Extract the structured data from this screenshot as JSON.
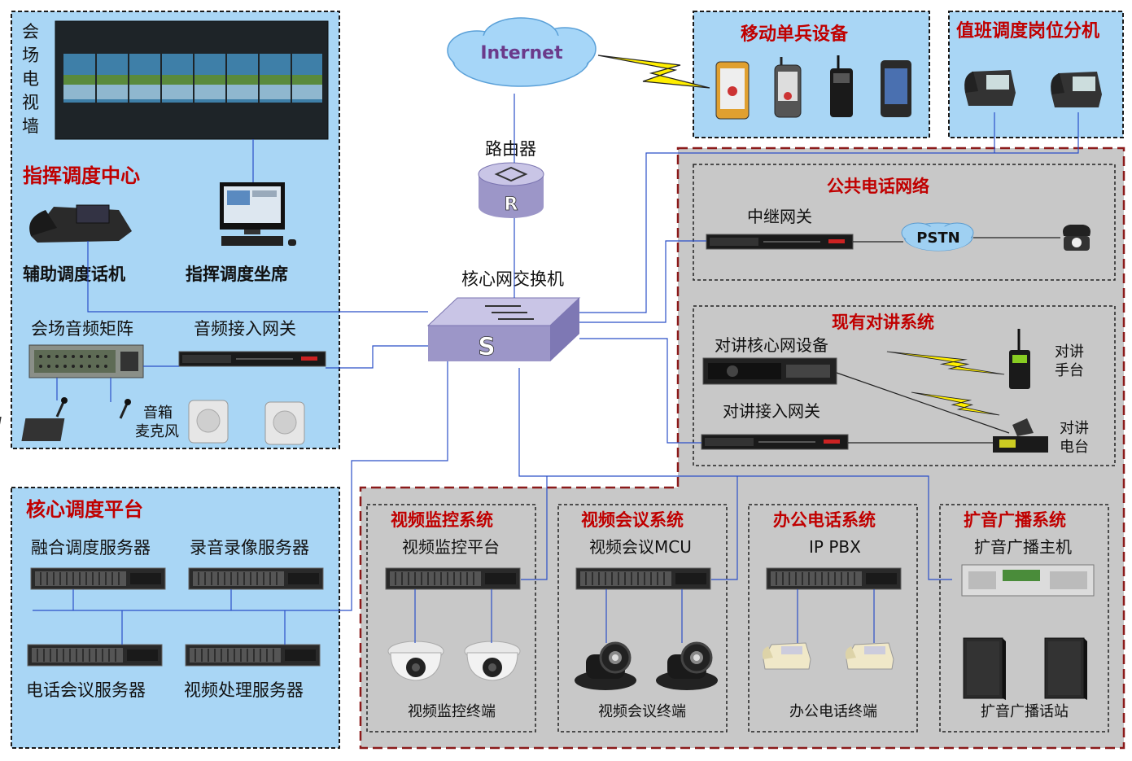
{
  "colors": {
    "panel_blue": "#a9d6f5",
    "panel_gray": "#c8c8c8",
    "title_red": "#c00000",
    "line_blue": "#2b4fc7",
    "switch_purple": "#9c96c8",
    "lightning_yellow": "#ffee00"
  },
  "command_center": {
    "video_wall_label": "会场电视墙",
    "title": "指挥调度中心",
    "aux_phone_label": "辅助调度话机",
    "seat_label": "指挥调度坐席",
    "audio_matrix_label": "会场音频矩阵",
    "audio_gateway_label": "音频接入网关",
    "speaker_label": "音箱",
    "mic_label": "麦克风"
  },
  "network": {
    "internet_label": "Internet",
    "router_label": "路由器",
    "router_letter": "R",
    "switch_label": "核心网交换机",
    "switch_letter": "S"
  },
  "mobile": {
    "title": "移动单兵设备"
  },
  "duty": {
    "title": "值班调度岗位分机"
  },
  "pstn_group": {
    "title": "公共电话网络",
    "gateway_label": "中继网关",
    "pstn_label": "PSTN"
  },
  "intercom": {
    "title": "现有对讲系统",
    "core_label": "对讲核心网设备",
    "gateway_label": "对讲接入网关",
    "handheld_label_1": "对讲",
    "handheld_label_2": "手台",
    "base_label_1": "对讲",
    "base_label_2": "电台"
  },
  "core_platform": {
    "title": "核心调度平台",
    "server_1": "融合调度服务器",
    "server_2": "录音录像服务器",
    "server_3": "电话会议服务器",
    "server_4": "视频处理服务器"
  },
  "subsystems": [
    {
      "title": "视频监控系统",
      "host": "视频监控平台",
      "terminal": "视频监控终端"
    },
    {
      "title": "视频会议系统",
      "host": "视频会议MCU",
      "terminal": "视频会议终端"
    },
    {
      "title": "办公电话系统",
      "host": "IP PBX",
      "terminal": "办公电话终端"
    },
    {
      "title": "扩音广播系统",
      "host": "扩音广播主机",
      "terminal": "扩音广播话站"
    }
  ]
}
